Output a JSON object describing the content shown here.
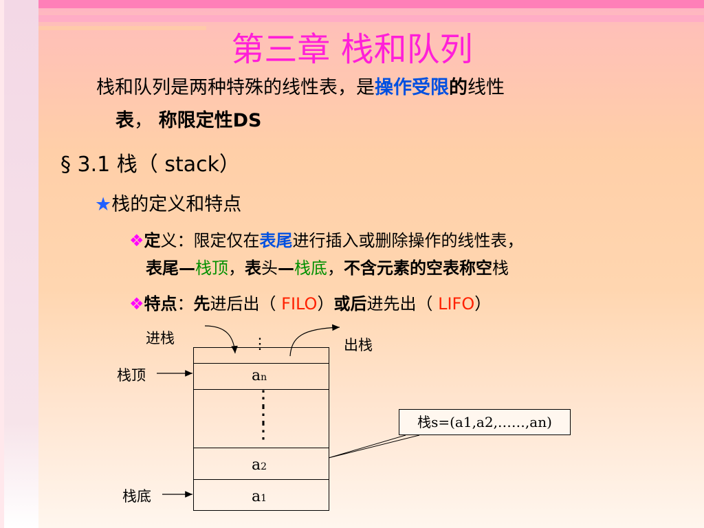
{
  "slide": {
    "title": "第三章 栈和队列",
    "intro": {
      "line1_a": "栈和队列是两种特殊的线性表，是",
      "line1_b": "操作受限",
      "line1_c": "的",
      "line1_d": "线性",
      "line2_a": "表",
      "line2_b": "， ",
      "line2_c": "称限定性DS"
    },
    "section": "§ 3.1 栈（ stack）",
    "bullet": {
      "marker": "★",
      "text": "栈的定义和特点"
    },
    "definition": {
      "marker": "❖",
      "a": "定",
      "b": "义：限定仅在",
      "c": "表尾",
      "d": "进行插入或删除操作的线性表，",
      "line2_a": "表尾",
      "line2_b": "—",
      "line2_c": "栈顶",
      "line2_d": "，",
      "line2_e": "表",
      "line2_f": "头",
      "line2_g": "—",
      "line2_h": "栈底",
      "line2_i": "，",
      "line2_j": "不含元素的空表称空",
      "line2_k": "栈"
    },
    "feature": {
      "marker": "❖",
      "a": "特点",
      "b": "：",
      "c": "先",
      "d": "进后出（ ",
      "e": "FILO",
      "f": "）",
      "g": "或后",
      "h": "进先出（ ",
      "i": "LIFO",
      "j": "）"
    },
    "diagram": {
      "push_label": "进栈",
      "pop_label": "出栈",
      "top_label": "栈顶",
      "bottom_label": "栈底",
      "top_dots": "⋮",
      "an": "a",
      "an_sub": "n",
      "mid_dots": "⋮",
      "a2": "a",
      "a2_sub": "2",
      "a1": "a",
      "a1_sub": "1",
      "formula": "栈s=(a1,a2,……,an)"
    }
  }
}
